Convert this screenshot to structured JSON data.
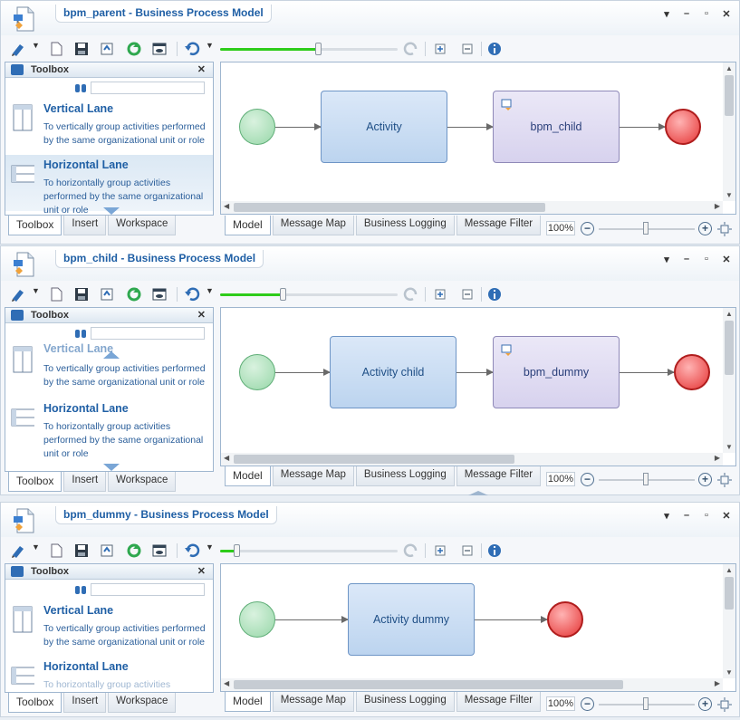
{
  "panels": [
    {
      "title": "bpm_parent - Business Process Model",
      "window_controls": [
        "▾",
        "–",
        "▫",
        "✕"
      ],
      "toolbar_slider_level": 0.57,
      "toolbox": {
        "title": "Toolbox",
        "items": [
          {
            "title": "Vertical Lane",
            "desc": "To vertically group activities performed by the same organizational unit or role"
          },
          {
            "title": "Horizontal Lane",
            "desc": "To horizontally group activities performed by the same organizational unit or role"
          }
        ],
        "tabs": [
          "Toolbox",
          "Insert",
          "Workspace"
        ]
      },
      "diagram": {
        "activity": "Activity",
        "subprocess": "bpm_child"
      },
      "model_tabs": [
        "Model",
        "Message Map",
        "Business Logging",
        "Message Filter"
      ],
      "zoom": "100%"
    },
    {
      "title": "bpm_child - Business Process Model",
      "window_controls": [
        "▾",
        "–",
        "▫",
        "✕"
      ],
      "toolbar_slider_level": 0.36,
      "toolbox": {
        "title": "Toolbox",
        "items": [
          {
            "title": "Vertical Lane",
            "desc": "To vertically group activities performed by the same organizational unit or role"
          },
          {
            "title": "Horizontal Lane",
            "desc": "To horizontally group activities performed by the same organizational unit or role"
          }
        ],
        "tabs": [
          "Toolbox",
          "Insert",
          "Workspace"
        ]
      },
      "diagram": {
        "activity": "Activity child",
        "subprocess": "bpm_dummy"
      },
      "model_tabs": [
        "Model",
        "Message Map",
        "Business Logging",
        "Message Filter"
      ],
      "zoom": "100%"
    },
    {
      "title": "bpm_dummy - Business Process Model",
      "window_controls": [
        "▾",
        "–",
        "▫",
        "✕"
      ],
      "toolbar_slider_level": 0.1,
      "toolbox": {
        "title": "Toolbox",
        "items": [
          {
            "title": "Vertical Lane",
            "desc": "To vertically group activities performed by the same organizational unit or role"
          },
          {
            "title": "Horizontal Lane",
            "desc": "To horizontally group activities"
          }
        ],
        "tabs": [
          "Toolbox",
          "Insert",
          "Workspace"
        ]
      },
      "diagram": {
        "activity": "Activity dummy"
      },
      "model_tabs": [
        "Model",
        "Message Map",
        "Business Logging",
        "Message Filter"
      ],
      "zoom": "100%"
    }
  ],
  "colors": {
    "title": "#1f5fa5",
    "slider_fill": "#2ecc1a",
    "start_event": "#97d7a8",
    "end_event": "#e53535",
    "activity": "#bcd4ef",
    "subprocess": "#d7d2ee"
  },
  "icons": [
    "process-model-icon",
    "save-icon",
    "refresh-icon",
    "undo-icon",
    "redo-icon",
    "info-icon",
    "binoculars-icon",
    "zoom-in-icon",
    "zoom-out-icon",
    "fit-to-window-icon"
  ]
}
